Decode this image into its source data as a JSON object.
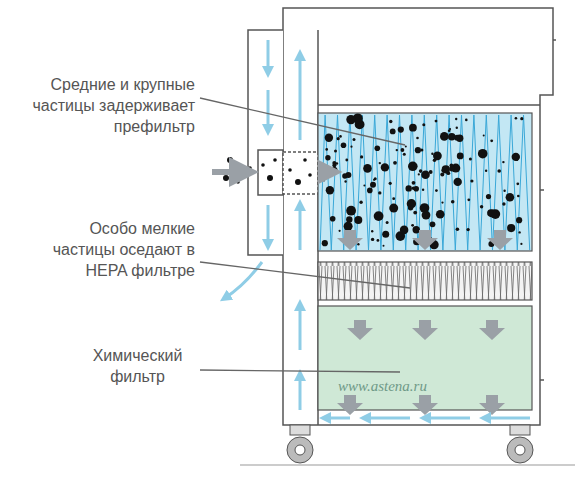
{
  "diagram": {
    "labels": [
      "Средние и крупные частицы задерживает префильтр",
      "Особо мелкие частицы оседают в HEPA фильтре",
      "Химический фильтр",
      "www.astena.ru"
    ]
  }
}
